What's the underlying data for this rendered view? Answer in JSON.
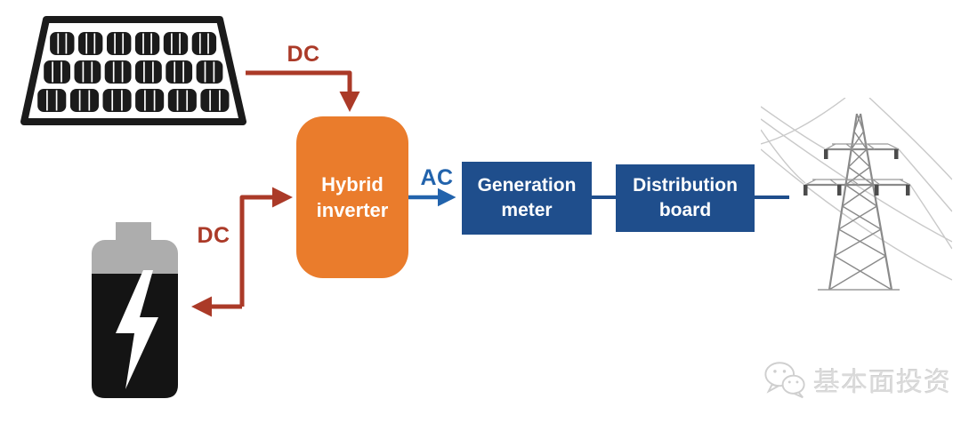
{
  "diagram": {
    "nodes": {
      "solar_panel": {
        "icon": "solar-panel-icon"
      },
      "battery": {
        "icon": "battery-icon"
      },
      "hybrid_inverter": {
        "label": "Hybrid inverter",
        "color": "#EA7C2C"
      },
      "generation_meter": {
        "label": "Generation meter",
        "color": "#1F4E8C"
      },
      "distribution_board": {
        "label": "Distribution board",
        "color": "#1F4E8C"
      },
      "power_grid": {
        "icon": "transmission-tower-icon"
      }
    },
    "edges": [
      {
        "from": "solar_panel",
        "to": "hybrid_inverter",
        "label": "DC",
        "current": "dc",
        "direction": "to_inverter"
      },
      {
        "from": "battery",
        "to": "hybrid_inverter",
        "label": "DC",
        "current": "dc",
        "direction": "bidirectional"
      },
      {
        "from": "hybrid_inverter",
        "to": "generation_meter",
        "label": "AC",
        "current": "ac",
        "direction": "to_meter"
      },
      {
        "from": "generation_meter",
        "to": "distribution_board",
        "label": "",
        "current": "ac",
        "direction": "plain"
      },
      {
        "from": "distribution_board",
        "to": "power_grid",
        "label": "",
        "current": "ac",
        "direction": "plain"
      }
    ],
    "colors": {
      "dc_red": "#AB3A28",
      "ac_blue": "#2263AC",
      "box_blue": "#1F4E8C",
      "inverter_orange": "#EA7C2C"
    }
  },
  "watermark": {
    "text": "基本面投资",
    "icon": "wechat-icon"
  }
}
